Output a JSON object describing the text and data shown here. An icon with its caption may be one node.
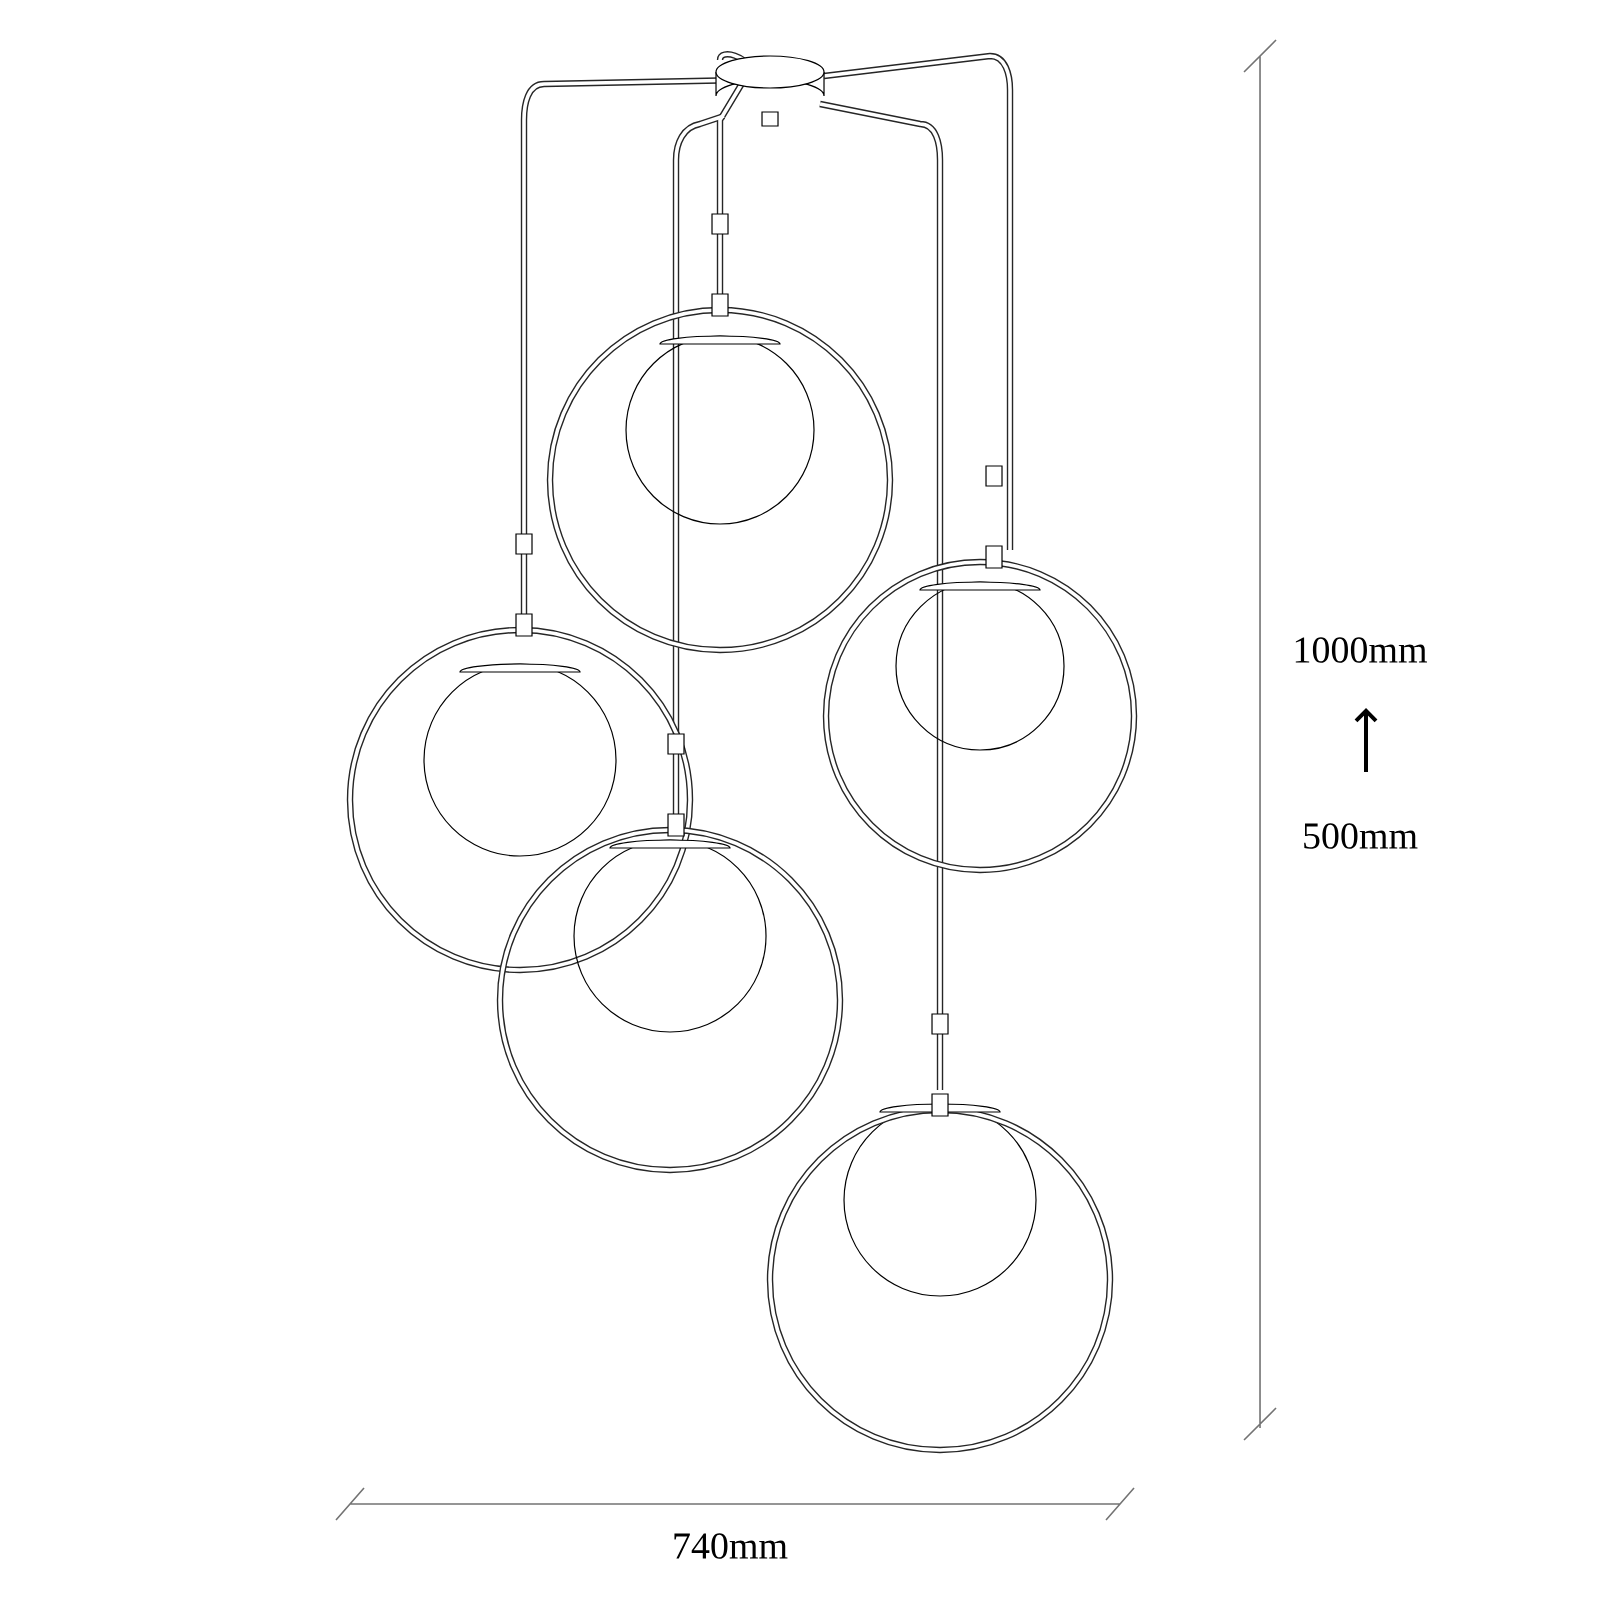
{
  "diagram": {
    "labels": [
      "1000mm",
      "500mm",
      "740mm"
    ]
  }
}
